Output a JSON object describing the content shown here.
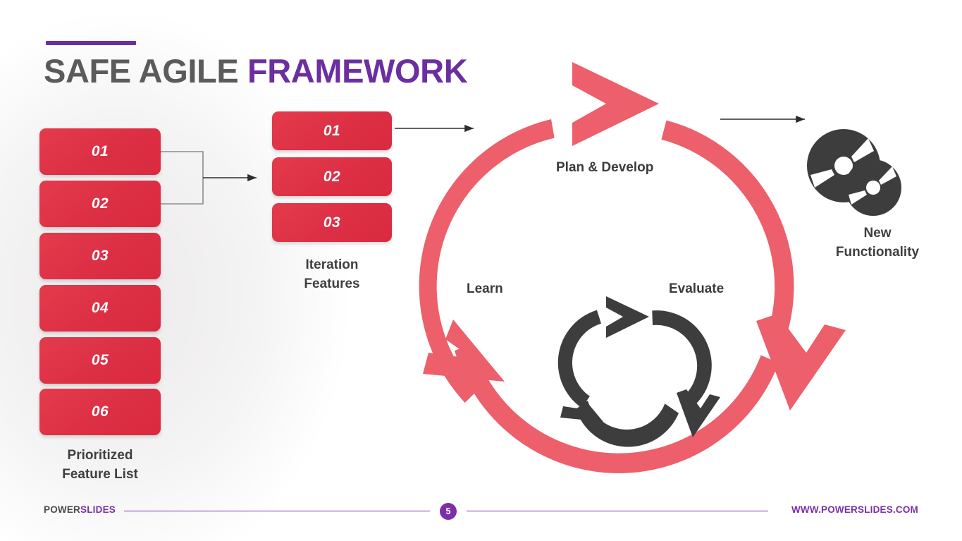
{
  "slide": {
    "title_part1": "SAFE AGILE",
    "title_part2": "FRAMEWORK",
    "accent_color": "#6b2fa0",
    "box_color": "#dd2f44",
    "arc_color": "#ec5f6b",
    "icon_color": "#3d3d3d"
  },
  "prioritized_list": {
    "label_line1": "Prioritized",
    "label_line2": "Feature List",
    "items": [
      {
        "number": "01"
      },
      {
        "number": "02"
      },
      {
        "number": "03"
      },
      {
        "number": "04"
      },
      {
        "number": "05"
      },
      {
        "number": "06"
      }
    ]
  },
  "iteration_features": {
    "label_line1": "Iteration",
    "label_line2": "Features",
    "items": [
      {
        "number": "01"
      },
      {
        "number": "02"
      },
      {
        "number": "03"
      }
    ]
  },
  "cycle": {
    "labels": [
      {
        "text": "Plan & Develop"
      },
      {
        "text": "Learn"
      },
      {
        "text": "Evaluate"
      }
    ],
    "center_icon": "recycle-cycle-icon"
  },
  "output": {
    "icon": "compact-disc-icon",
    "label_line1": "New",
    "label_line2": "Functionality"
  },
  "footer": {
    "brand_part1": "POWER",
    "brand_part2": "SLIDES",
    "page_number": "5",
    "url": "WWW.POWERSLIDES.COM"
  }
}
